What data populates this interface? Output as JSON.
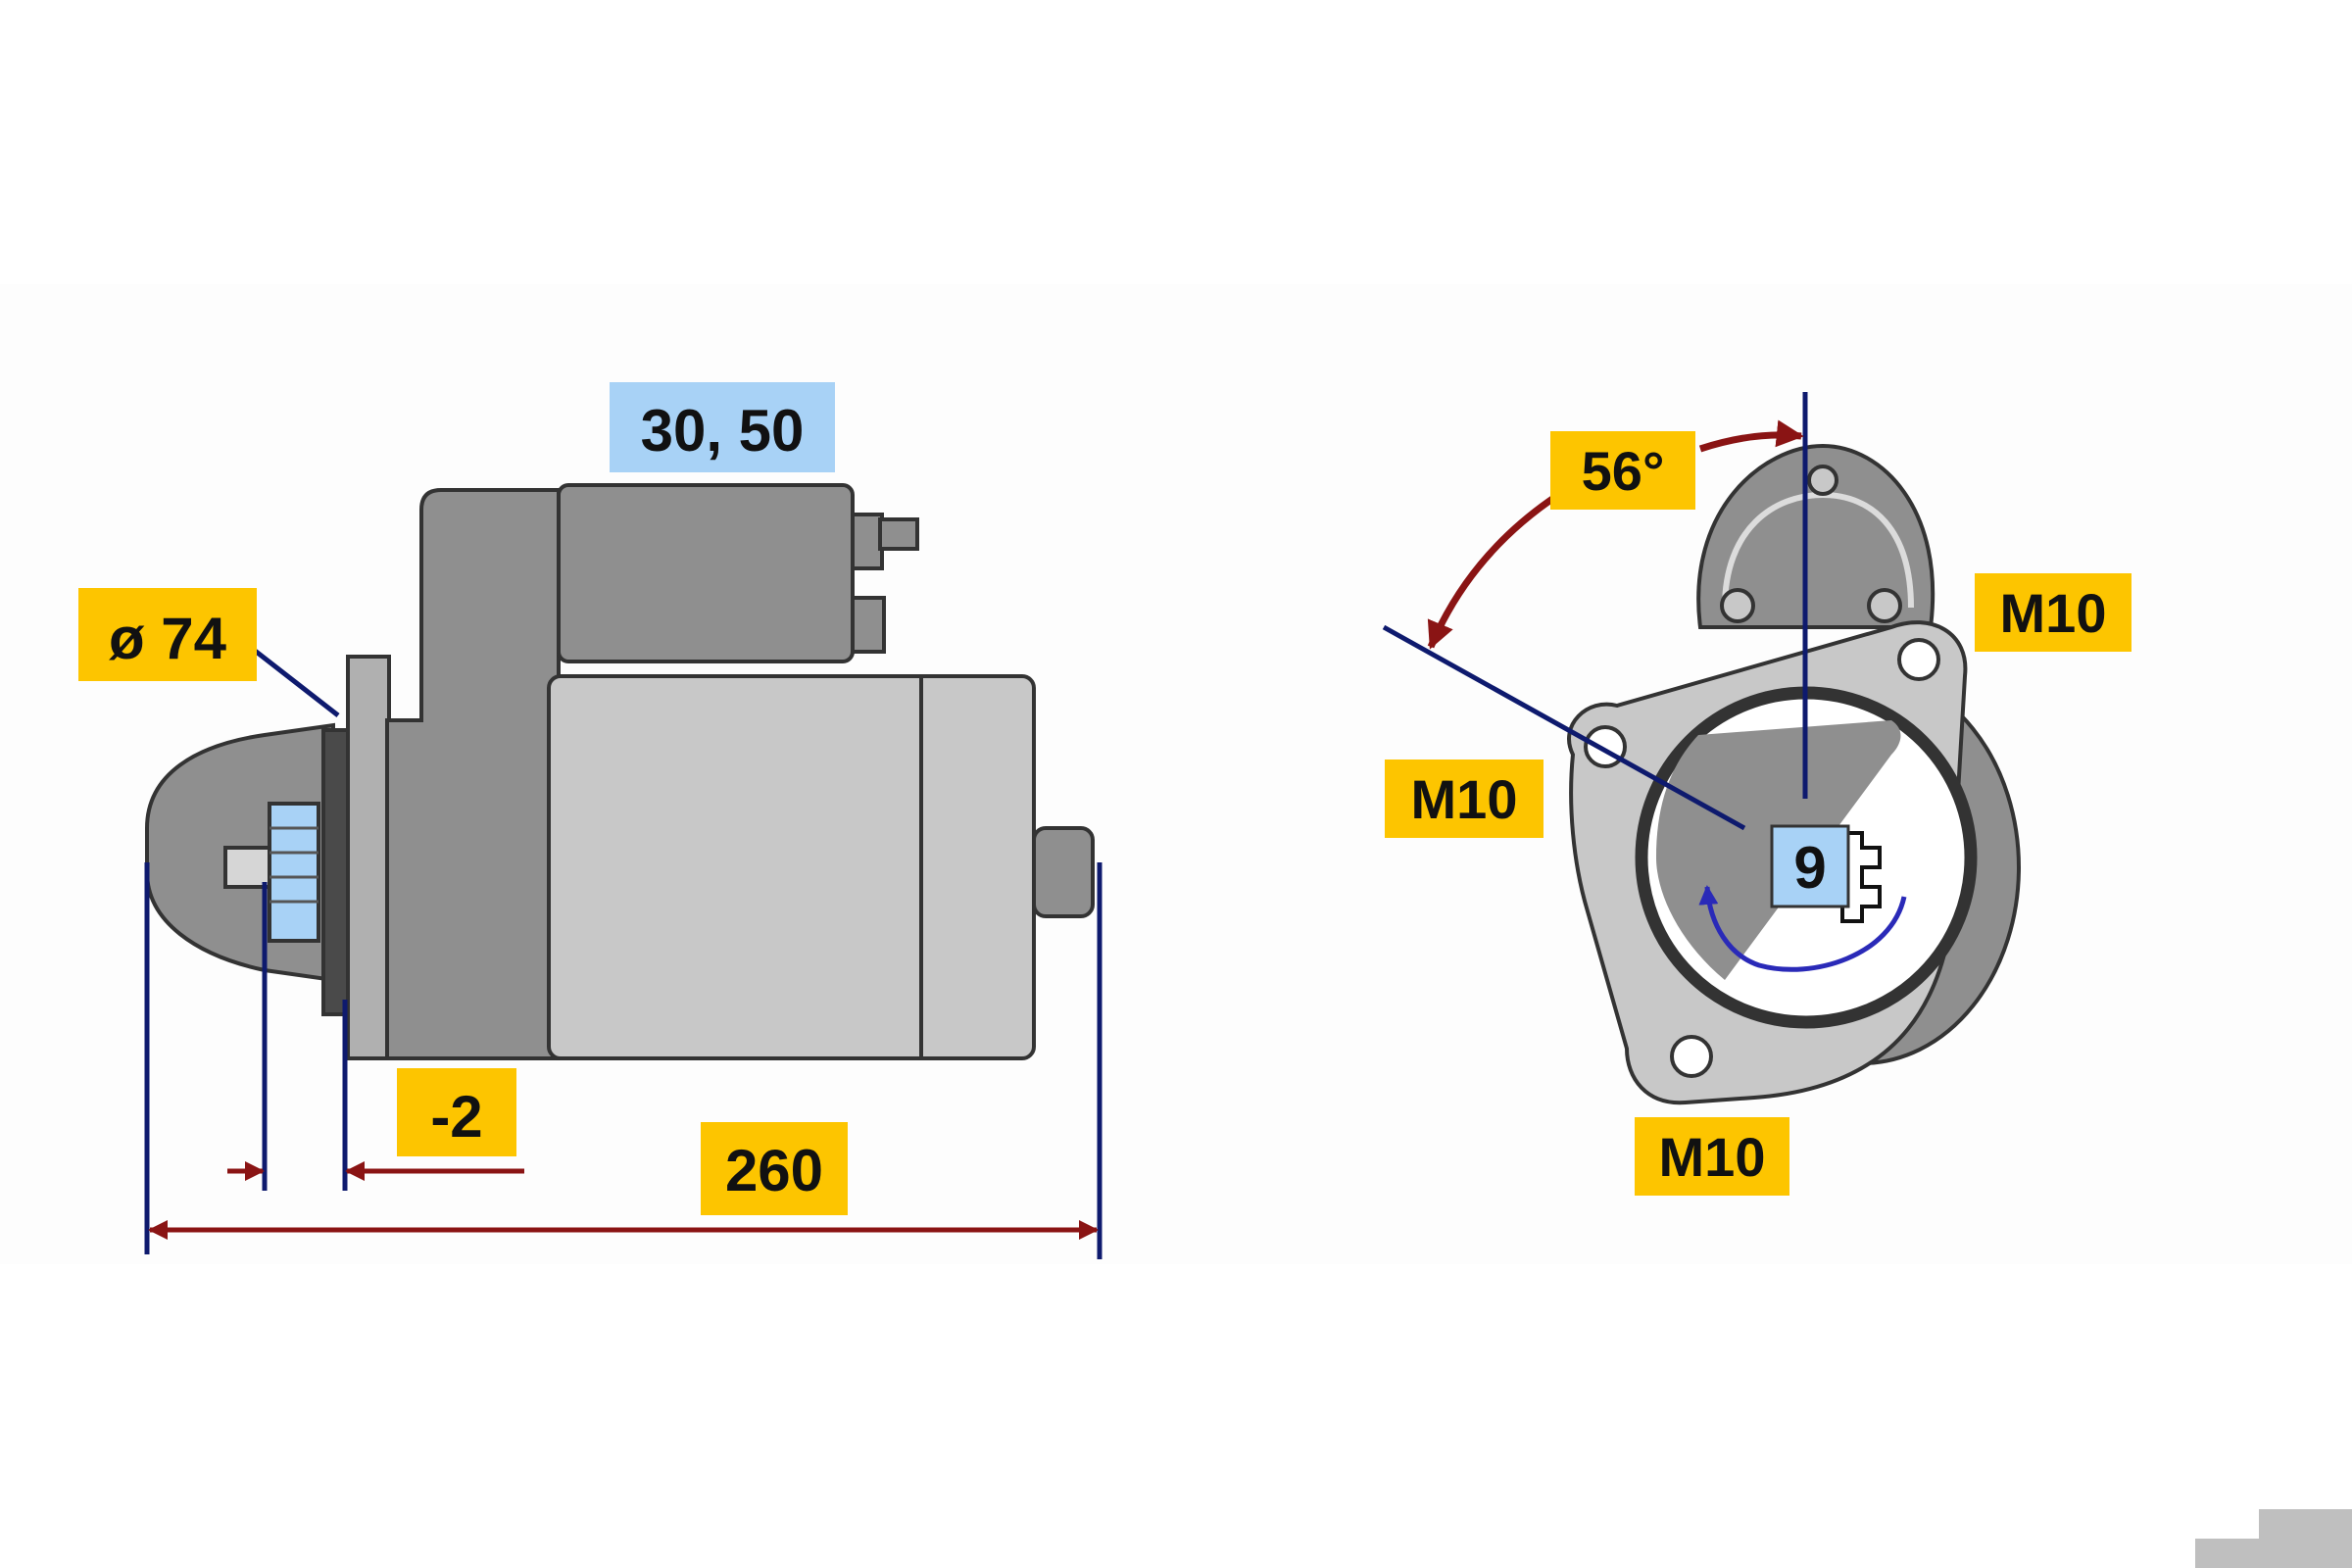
{
  "side_view": {
    "terminal_label": "30, 50",
    "diameter_label": "ø 74",
    "offset_label": "-2",
    "length_label": "260"
  },
  "front_view": {
    "angle_label": "56°",
    "bolt_top_right_label": "M10",
    "bolt_left_label": "M10",
    "bolt_bottom_label": "M10",
    "teeth_label": "9"
  },
  "colors": {
    "label_yellow": "#fdc500",
    "label_blue": "#a8d2f6",
    "dimension_line": "#0e1a6e",
    "arrow_red": "#8a1414",
    "body_dark_gray": "#8f8f8f",
    "body_light_gray": "#c8c8c8",
    "outline": "#333333"
  }
}
